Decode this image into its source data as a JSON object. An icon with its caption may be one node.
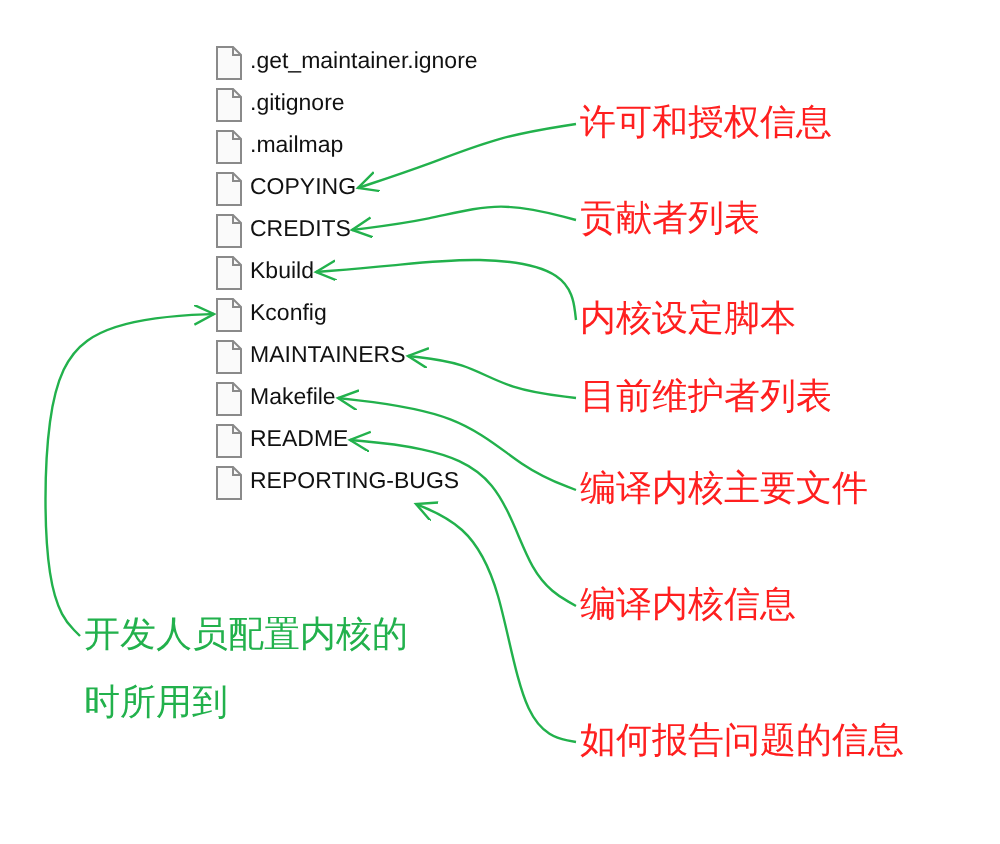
{
  "diagram": {
    "nodes": [
      {
        "text": [
          ".get_maintainer.ignore"
        ]
      },
      {
        "text": [
          ".gitignore"
        ]
      },
      {
        "text": [
          ".mailmap"
        ]
      },
      {
        "text": [
          "COPYING"
        ]
      },
      {
        "text": [
          "CREDITS"
        ]
      },
      {
        "text": [
          "Kbuild"
        ]
      },
      {
        "text": [
          "Kconfig"
        ]
      },
      {
        "text": [
          "MAINTAINERS"
        ]
      },
      {
        "text": [
          "Makefile"
        ]
      },
      {
        "text": [
          "README"
        ]
      },
      {
        "text": [
          "REPORTING-BUGS"
        ]
      },
      {
        "text": [
          "许可和授权信息"
        ]
      },
      {
        "text": [
          "贡献者列表"
        ]
      },
      {
        "text": [
          "内核设定脚本"
        ]
      },
      {
        "text": [
          "目前维护者列表"
        ]
      },
      {
        "text": [
          "编译内核主要文件"
        ]
      },
      {
        "text": [
          "编译内核信息"
        ]
      },
      {
        "text": [
          "开发人员配置内核的时所用到"
        ]
      },
      {
        "text": [
          "如何报告问题的信息"
        ]
      }
    ],
    "edges": [
      {
        "from": 11,
        "to": 3,
        "arrow": "to"
      },
      {
        "from": 12,
        "to": 4,
        "arrow": "to"
      },
      {
        "from": 13,
        "to": 5,
        "arrow": "to"
      },
      {
        "from": 14,
        "to": 7,
        "arrow": "to"
      },
      {
        "from": 15,
        "to": 8,
        "arrow": "to"
      },
      {
        "from": 16,
        "to": 9,
        "arrow": "to"
      },
      {
        "from": 18,
        "to": 10,
        "arrow": "to"
      },
      {
        "from": 17,
        "to": 6,
        "arrow": "to"
      }
    ]
  }
}
